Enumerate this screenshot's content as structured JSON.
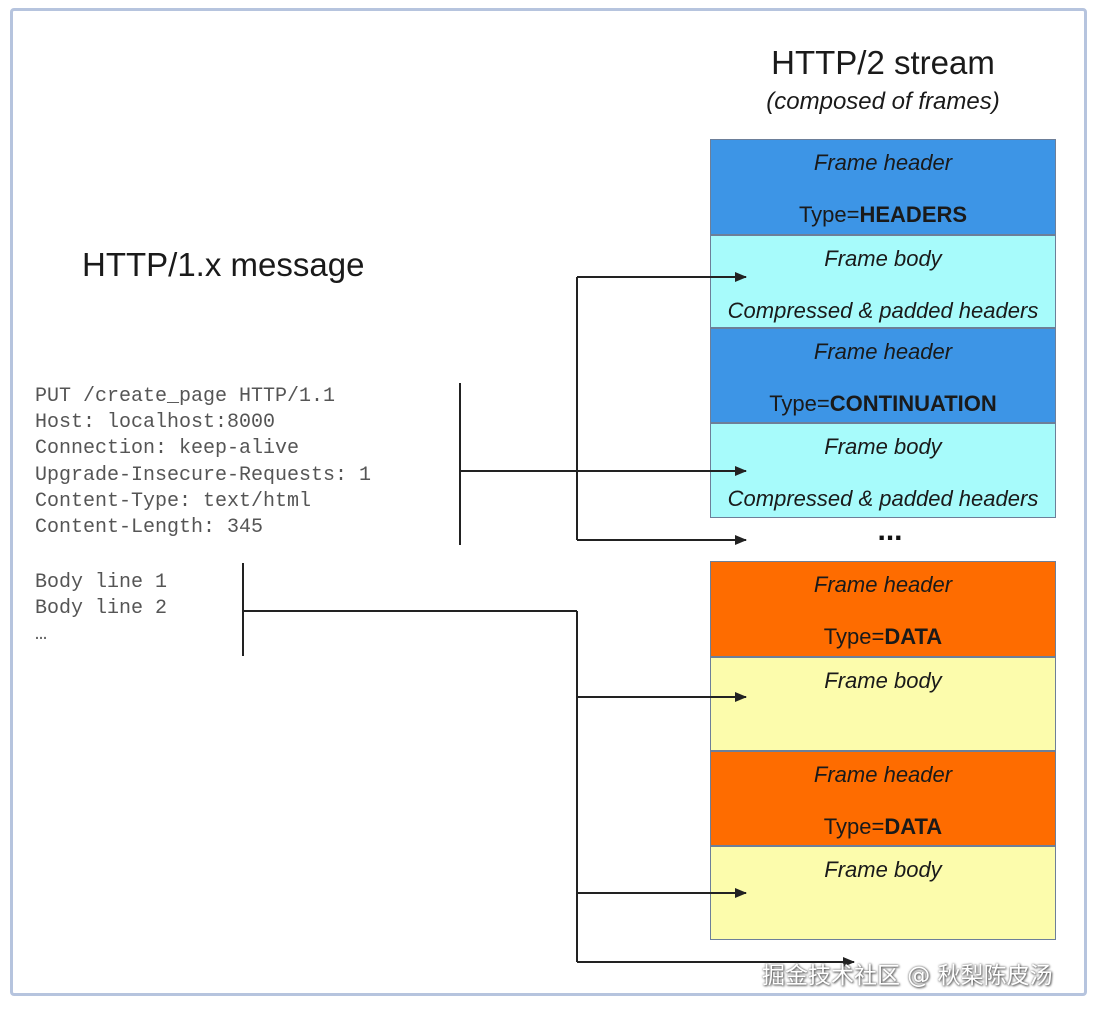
{
  "left": {
    "title": "HTTP/1.x message",
    "code_lines": [
      "PUT /create_page HTTP/1.1",
      "Host: localhost:8000",
      "Connection: keep-alive",
      "Upgrade-Insecure-Requests: 1",
      "Content-Type: text/html",
      "Content-Length: 345"
    ],
    "body_lines": [
      "Body line 1",
      "Body line 2",
      "…"
    ]
  },
  "right": {
    "title": "HTTP/2 stream",
    "subtitle": "(composed of frames)",
    "ellipsis": "...",
    "frames": [
      {
        "kind": "header",
        "line1": "Frame header",
        "type_prefix": "Type=",
        "type_value": "HEADERS",
        "color": "#3d95e6"
      },
      {
        "kind": "body",
        "line1": "Frame body",
        "line2": "Compressed & padded headers",
        "color": "#a7fbfb"
      },
      {
        "kind": "header",
        "line1": "Frame header",
        "type_prefix": "Type=",
        "type_value": "CONTINUATION",
        "color": "#3d95e6"
      },
      {
        "kind": "body",
        "line1": "Frame body",
        "line2": "Compressed & padded headers",
        "color": "#a7fbfb"
      },
      {
        "kind": "header",
        "line1": "Frame header",
        "type_prefix": "Type=",
        "type_value": "DATA",
        "color": "#fe6c00"
      },
      {
        "kind": "body",
        "line1": "Frame body",
        "color": "#fcfcac"
      },
      {
        "kind": "header",
        "line1": "Frame header",
        "type_prefix": "Type=",
        "type_value": "DATA",
        "color": "#fe6c00"
      },
      {
        "kind": "body",
        "line1": "Frame body",
        "color": "#fcfcac"
      }
    ]
  },
  "watermark": "掘金技术社区 @ 秋梨陈皮汤",
  "colors": {
    "border": "#b6c4de",
    "line": "#222222"
  }
}
